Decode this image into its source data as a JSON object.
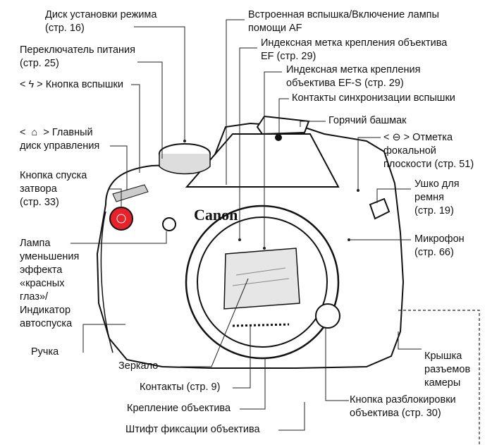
{
  "labels": {
    "mode_dial": "Диск установки режима\n(стр. 16)",
    "power_switch": "Переключатель питания\n(стр. 25)",
    "flash_button": "< ϟ > Кнопка вспышки",
    "main_dial": "<  ⌂  > Главный\nдиск управления",
    "shutter_button": "Кнопка спуска\nзатвора\n(стр. 33)",
    "red_eye_lamp": "Лампа\nуменьшения\nэффекта\n«красных\nглаз»/\nИндикатор\nавтоспуска",
    "grip": "Ручка",
    "mirror": "Зеркало",
    "contacts": "Контакты (стр. 9)",
    "lens_mount": "Крепление объектива",
    "lens_lock_pin": "Штифт фиксации объектива",
    "builtin_flash": "Встроенная вспышка/Включение лампы\nпомощи AF",
    "ef_mount_index": "Индексная метка крепления объектива\nEF (стр. 29)",
    "efs_mount_index": "Индексная метка крепления\nобъектива EF-S (стр. 29)",
    "flash_sync_contacts": "Контакты синхронизации вспышки",
    "hot_shoe": "Горячий башмак",
    "focal_plane_mark": "< ⊖ > Отметка\nфокальной\nплоскости (стр. 51)",
    "strap_mount": "Ушко для\nремня\n(стр. 19)",
    "microphone": "Микрофон\n(стр. 66)",
    "terminal_cover": "Крышка\nразъемов\nкамеры",
    "lens_release_button": "Кнопка разблокировки\nобъектива (стр. 30)"
  },
  "camera": {
    "brand": "Canon"
  },
  "colors": {
    "shutter_button": "#e8222a",
    "line": "#222222"
  }
}
